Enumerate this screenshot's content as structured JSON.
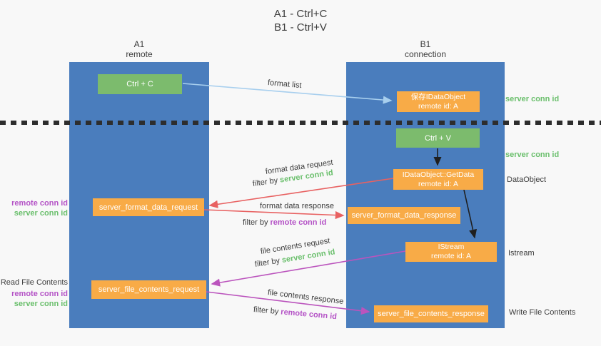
{
  "title": {
    "line1": "A1 - Ctrl+C",
    "line2": "B1 - Ctrl+V"
  },
  "columns": {
    "a1": {
      "name": "A1",
      "role": "remote"
    },
    "b1": {
      "name": "B1",
      "role": "connection"
    }
  },
  "boxes": {
    "ctrl_c": "Ctrl + C",
    "ctrl_v": "Ctrl + V",
    "save_idataobject": {
      "line1": "保存IDataObject",
      "line2": "remote id: A"
    },
    "getdata": {
      "line1": "IDataObject::GetData",
      "line2": "remote id: A"
    },
    "istream": {
      "line1": "IStream",
      "line2": "remote id: A"
    },
    "format_request": "server_format_data_request",
    "format_response": "server_format_data_response",
    "file_request": "server_file_contents_request",
    "file_response": "server_file_contents_response"
  },
  "flow_labels": {
    "format_list": "format list",
    "format_request": {
      "text": "format data request",
      "filter_prefix": "filter by",
      "filter_value": "server conn id"
    },
    "format_response": {
      "text": "format data response",
      "filter_prefix": "filter by",
      "filter_value": "remote conn id"
    },
    "file_request": {
      "text": "file contents request",
      "filter_prefix": "filter by",
      "filter_value": "server conn id"
    },
    "file_response": {
      "text": "file contents response",
      "filter_prefix": "filter by",
      "filter_value": "remote conn id"
    }
  },
  "side_labels": {
    "right_server_conn_top": "server conn id",
    "right_server_conn_mid": "server conn id",
    "dataobject": "DataObject",
    "istream": "Istream",
    "write_file_contents": "Write File Contents",
    "read_file_contents": "Read File Contents",
    "left_format": {
      "remote": "remote conn id",
      "server": "server conn id"
    },
    "left_file": {
      "remote": "remote conn id",
      "server": "server conn id"
    }
  },
  "colors": {
    "column_blue": "#4a7dbd",
    "box_green": "#7cbb6d",
    "box_orange": "#f8ab47",
    "arrow_red": "#e86161",
    "arrow_magenta": "#bb54bd",
    "arrow_light_blue": "#a8cfee",
    "arrow_black": "#1f1f1f",
    "label_green": "#6abf6c",
    "label_purple": "#b452c6",
    "text_dark": "#3c3c3c"
  }
}
